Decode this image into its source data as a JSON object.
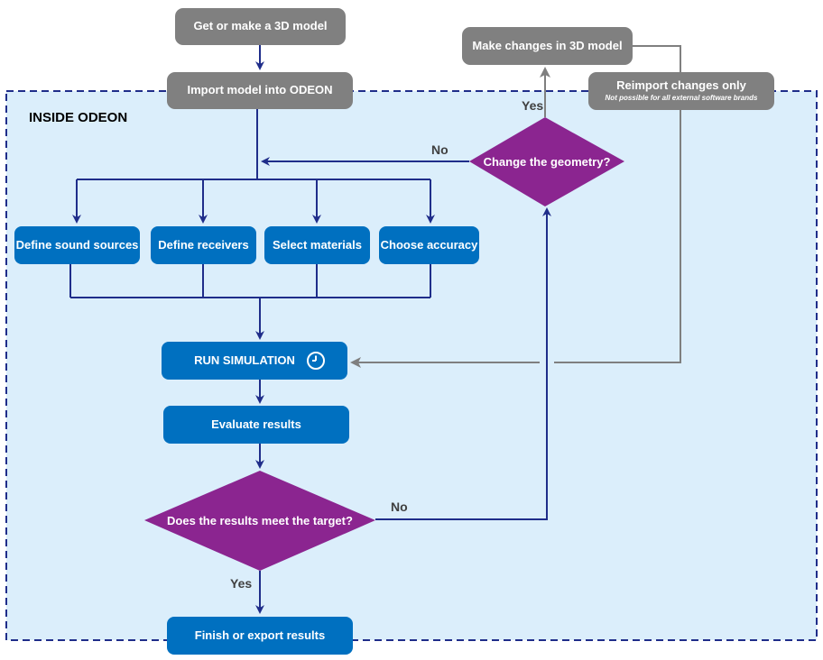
{
  "zone": {
    "title": "INSIDE ODEON",
    "fill": "#dbeefb",
    "border": "#1f2d8a"
  },
  "colors": {
    "arrow": "#1f2d8a",
    "gray_arrow": "#7f7f7f",
    "gray_node": "#808080",
    "blue_node": "#0070c0",
    "decision": "#8b2590"
  },
  "nodes": {
    "get_model": "Get or make a 3D model",
    "import_model": "Import model into ODEON",
    "make_changes": "Make changes in 3D model",
    "reimport": "Reimport changes only",
    "reimport_note": "Not possible for all external software brands",
    "define_sources": "Define sound sources",
    "define_receivers": "Define receivers",
    "select_materials": "Select materials",
    "choose_accuracy": "Choose accuracy",
    "run_simulation": "RUN SIMULATION",
    "evaluate": "Evaluate results",
    "finish": "Finish or export results"
  },
  "decisions": {
    "change_geometry": "Change the geometry?",
    "meet_target": "Does the results meet the target?"
  },
  "edge_labels": {
    "yes_top": "Yes",
    "no_top": "No",
    "no_bottom": "No",
    "yes_bottom": "Yes"
  },
  "icons": {
    "run_simulation": "clock-icon"
  }
}
